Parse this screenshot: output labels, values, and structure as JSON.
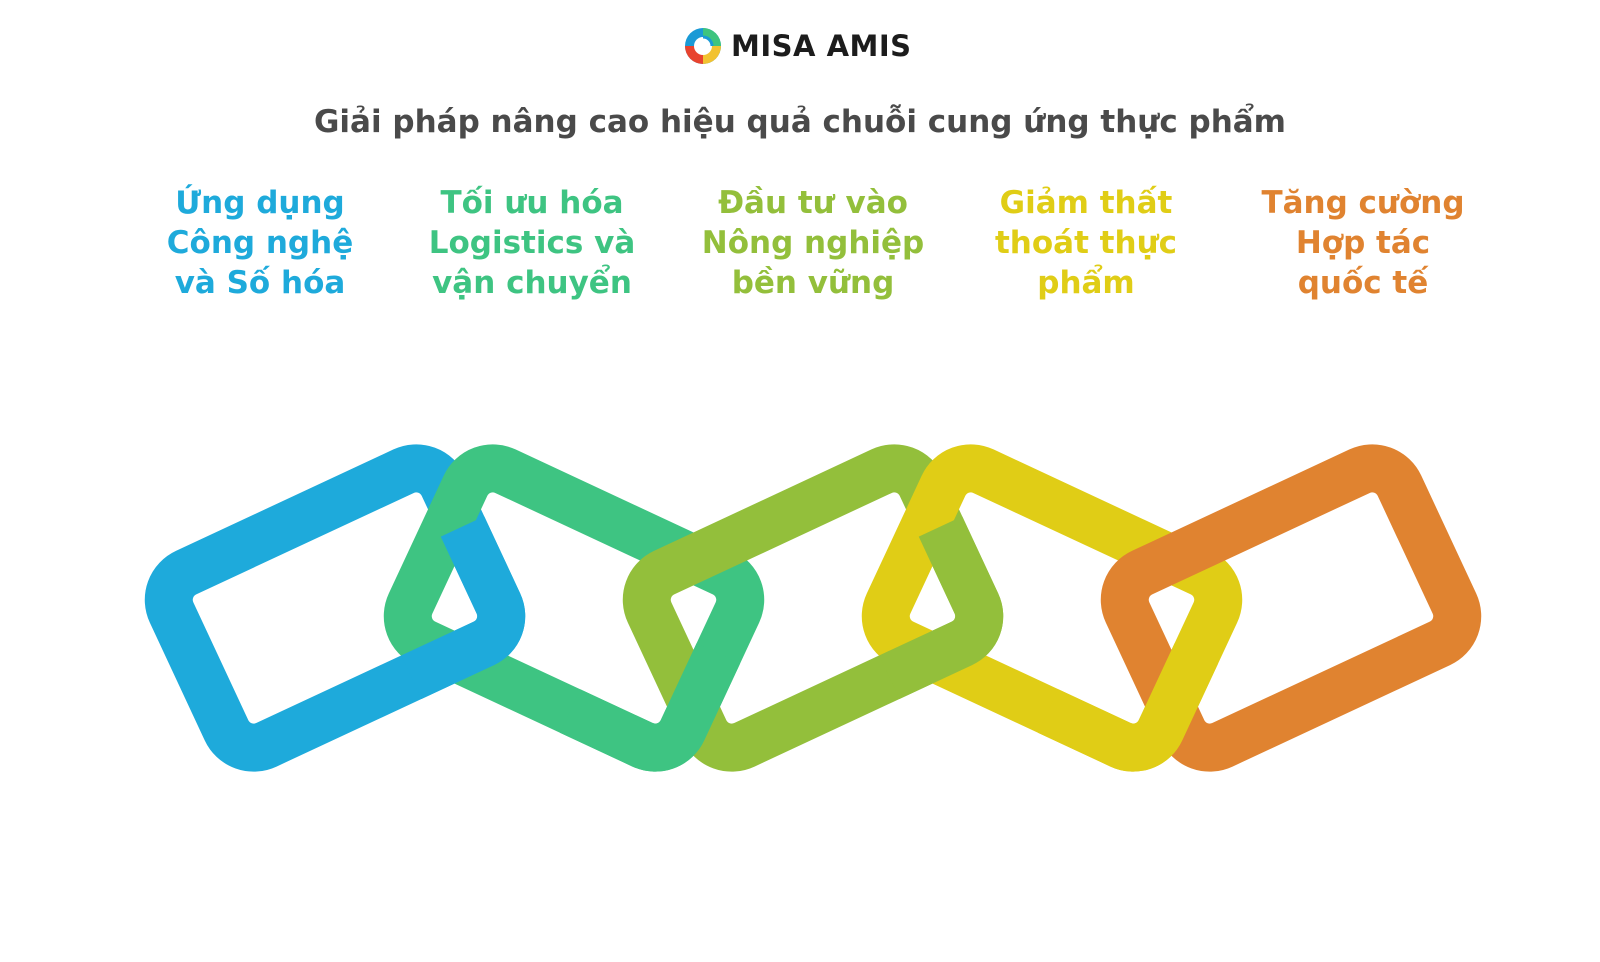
{
  "logo": {
    "text": "MISA AMIS",
    "icon": "misa-amis-logo-icon",
    "colors": [
      "#1a9ad6",
      "#3ec47e",
      "#f2c230",
      "#e8432e"
    ]
  },
  "title": "Giải pháp nâng cao hiệu quả chuỗi cung ứng thực phẩm",
  "links": [
    {
      "label": "Ứng dụng\nCông nghệ\nvà Số hóa",
      "color": "#1eaadb"
    },
    {
      "label": "Tối ưu hóa\nLogistics và\nvận chuyển",
      "color": "#3ec482"
    },
    {
      "label": "Đầu tư vào\nNông nghiệp\nbền vững",
      "color": "#93bf3b"
    },
    {
      "label": "Giảm thất\nthoát thực\nphẩm",
      "color": "#e0cd16"
    },
    {
      "label": "Tăng cường\nHợp tác\nquốc tế",
      "color": "#e08330"
    }
  ]
}
